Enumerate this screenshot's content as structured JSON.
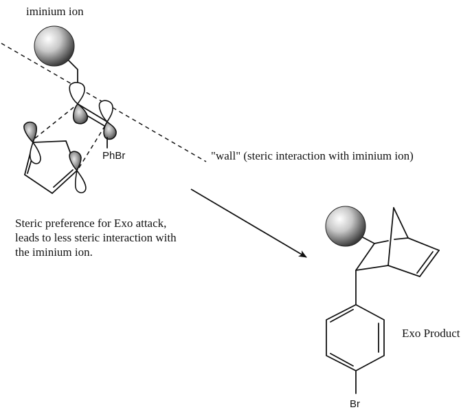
{
  "labels": {
    "iminium_title": "iminium ion",
    "wall_note": "\"wall\" (steric interaction with iminium ion)",
    "explanation": [
      "Steric preference for Exo attack,",
      "leads to less steric interaction with",
      "the iminium ion."
    ],
    "product_name": "Exo Product",
    "dienophile_substituent": "PhBr",
    "product_substituent": "Br"
  },
  "colors": {
    "ink": "#111111",
    "background": "#ffffff",
    "sphere_highlight": "#ffffff",
    "sphere_shadow": "#3a3a3a"
  },
  "diagram": {
    "reactants": [
      "iminium ion (sphere)",
      "cyclopentadiene",
      "p-bromostyrene-derived dienophile"
    ],
    "interaction": "orbital overlap (dashed lines)",
    "arrow": "reaction arrow to product",
    "product": "exo norbornene adduct with 4-bromophenyl group"
  }
}
